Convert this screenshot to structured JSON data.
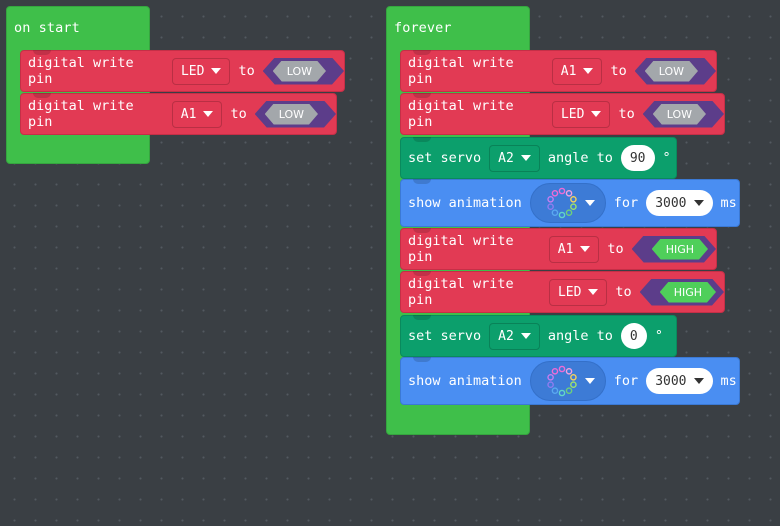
{
  "on_start": {
    "label": "on start",
    "blocks": [
      {
        "text": "digital write pin",
        "pin": "LED",
        "to": "to",
        "value": "LOW"
      },
      {
        "text": "digital write pin",
        "pin": "A1",
        "to": "to",
        "value": "LOW"
      }
    ]
  },
  "forever": {
    "label": "forever",
    "blocks": [
      {
        "text": "digital write pin",
        "pin": "A1",
        "to": "to",
        "value": "LOW"
      },
      {
        "text": "digital write pin",
        "pin": "LED",
        "to": "to",
        "value": "LOW"
      },
      {
        "text": "set servo",
        "pin": "A2",
        "angle_label": "angle to",
        "angle": "90",
        "unit": "°"
      },
      {
        "text": "show animation",
        "for_label": "for",
        "duration": "3000",
        "ms": "ms"
      },
      {
        "text": "digital write pin",
        "pin": "A1",
        "to": "to",
        "value": "HIGH"
      },
      {
        "text": "digital write pin",
        "pin": "LED",
        "to": "to",
        "value": "HIGH"
      },
      {
        "text": "set servo",
        "pin": "A2",
        "angle_label": "angle to",
        "angle": "0",
        "unit": "°"
      },
      {
        "text": "show animation",
        "for_label": "for",
        "duration": "3000",
        "ms": "ms"
      }
    ]
  },
  "colors": {
    "event": "#3fbf4a",
    "pins": "#e23a54",
    "servo": "#0c9f6c",
    "light": "#4a8ef2",
    "low_chip": "#a3a7ab",
    "high_chip": "#4fcf5a",
    "background": "#3a3f44"
  },
  "icons": {
    "dropdown": "triangle-down-icon",
    "animation": "comet-animation-icon"
  }
}
